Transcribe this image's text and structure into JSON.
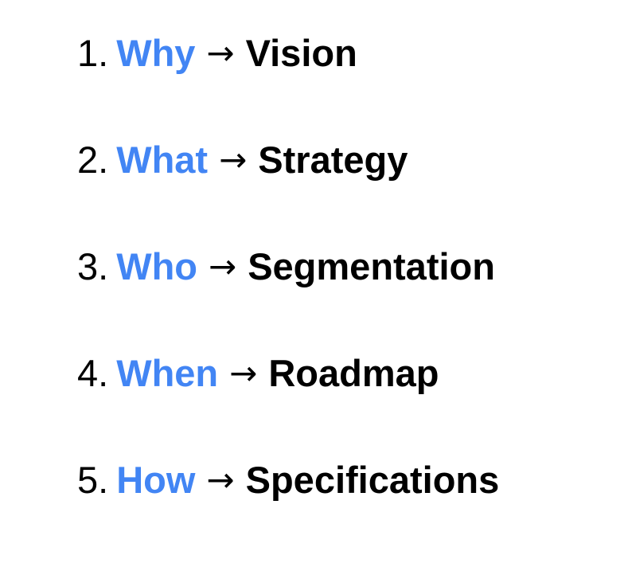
{
  "colors": {
    "keyword": "#4285F4",
    "text": "#000000",
    "background": "#FFFFFF"
  },
  "items": [
    {
      "number": "1.",
      "keyword": "Why",
      "arrow": "→",
      "target": "Vision"
    },
    {
      "number": "2.",
      "keyword": "What",
      "arrow": "→",
      "target": "Strategy"
    },
    {
      "number": "3.",
      "keyword": "Who",
      "arrow": "→",
      "target": "Segmentation"
    },
    {
      "number": "4.",
      "keyword": "When",
      "arrow": "→",
      "target": "Roadmap"
    },
    {
      "number": "5.",
      "keyword": "How",
      "arrow": "→",
      "target": "Specifications"
    }
  ]
}
